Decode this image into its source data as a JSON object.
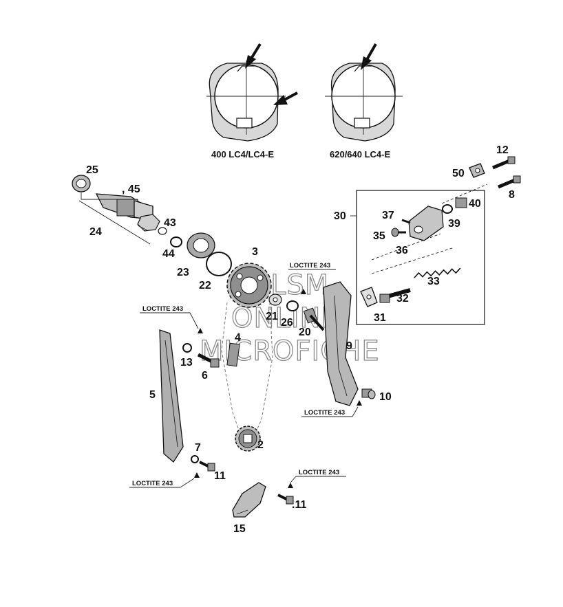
{
  "diagram": {
    "captions": {
      "variant_a": "400 LC4/LC4-E",
      "variant_b": "620/640 LC4-E"
    },
    "loctite_label": "LOCTITE 243",
    "watermark": [
      "HLSM",
      "ONLINE",
      "MICROFICHE"
    ],
    "part_numbers": {
      "p25": "25",
      "p45": ", 45",
      "p24": "24",
      "p43": "43",
      "p44": "44",
      "p23": "23",
      "p22": "22",
      "p3": "3",
      "p21": "21",
      "p26": "26",
      "p20": "20",
      "p4": "4",
      "p13": "13",
      "p6": "6",
      "p5": "5",
      "p2": "2",
      "p7": "7",
      "p11a": "11",
      "p11b": ".11",
      "p15": "15",
      "p9": "9",
      "p10": "10",
      "p12": "12",
      "p50": "50",
      "p8": "8",
      "p40": "40",
      "p30": "30",
      "p37": "37",
      "p39": "39",
      "p35": "35",
      "p36": "36",
      "p33": "33",
      "p32": "32",
      "p31": "31"
    }
  }
}
